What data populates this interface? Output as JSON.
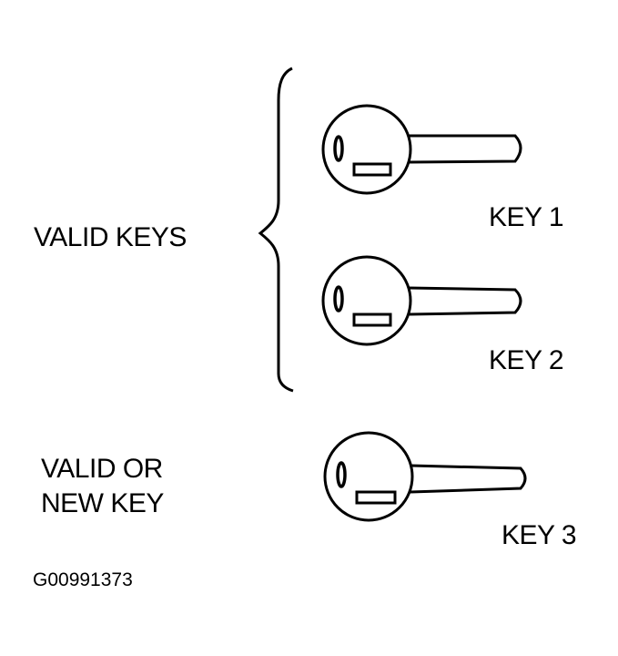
{
  "diagram": {
    "group_label": "VALID KEYS",
    "third_label_line1": "VALID OR",
    "third_label_line2": "NEW KEY",
    "keys": [
      {
        "label": "KEY 1"
      },
      {
        "label": "KEY 2"
      },
      {
        "label": "KEY 3"
      }
    ],
    "figure_id": "G00991373"
  }
}
